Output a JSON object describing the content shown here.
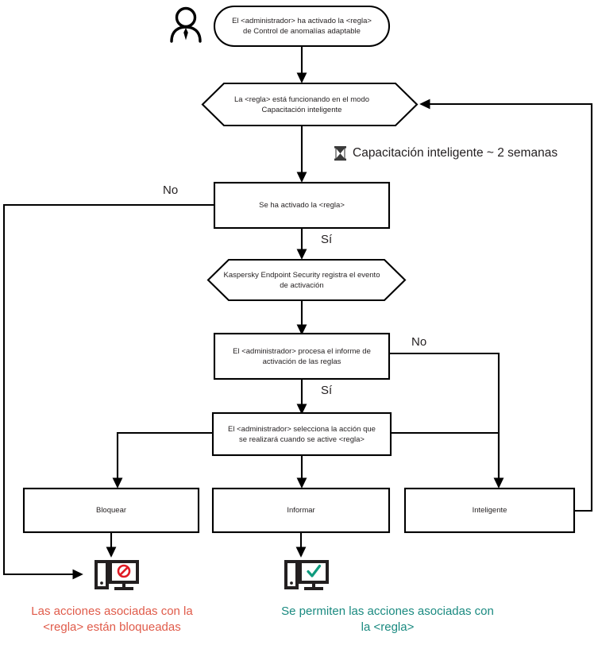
{
  "diagram": {
    "title": "Adaptive Anomaly Control rule operation flowchart",
    "language": "es",
    "colors": {
      "stroke": "#000000",
      "text": "#231f20",
      "blocked": "#e05b4a",
      "allowed": "#1a8a80",
      "prohibition": "#e01b24",
      "check": "#0f9b7e",
      "background": "#ffffff"
    }
  },
  "actor": {
    "icon": "person-icon",
    "label": ""
  },
  "nodes": {
    "start": {
      "shape": "rounded-rectangle",
      "text": "El <administrador> ha activado la <regla>\nde Control de anomalías adaptable"
    },
    "smart_training_mode": {
      "shape": "hexagon",
      "text": "La <regla> está funcionando en el modo\nCapacitación inteligente"
    },
    "rule_triggered": {
      "shape": "rectangle",
      "text": "Se ha activado la <regla>"
    },
    "kes_logs_event": {
      "shape": "hexagon",
      "text": "Kaspersky Endpoint Security registra el evento\nde activación"
    },
    "admin_processes_report": {
      "shape": "rectangle",
      "text": "El <administrador> procesa el informe de\nactivación de las reglas"
    },
    "admin_selects_action": {
      "shape": "rectangle",
      "text": "El <administrador> selecciona la acción que\nse realizará cuando se active <regla>"
    },
    "action_block": {
      "shape": "rectangle",
      "text": "Bloquear"
    },
    "action_inform": {
      "shape": "rectangle",
      "text": "Informar"
    },
    "action_smart": {
      "shape": "rectangle",
      "text": "Inteligente"
    }
  },
  "timer": {
    "icon": "hourglass-icon",
    "label": "Capacitación inteligente ~ 2 semanas"
  },
  "edge_labels": {
    "triggered_no": "No",
    "triggered_yes": "Sí",
    "report_no": "No",
    "report_yes": "Sí"
  },
  "outcomes": {
    "blocked": {
      "icon": "computer-blocked-icon",
      "caption": "Las acciones asociadas con la\n<regla> están bloqueadas"
    },
    "allowed": {
      "icon": "computer-allowed-icon",
      "caption": "Se permiten las acciones asociadas con\nla <regla>"
    }
  }
}
